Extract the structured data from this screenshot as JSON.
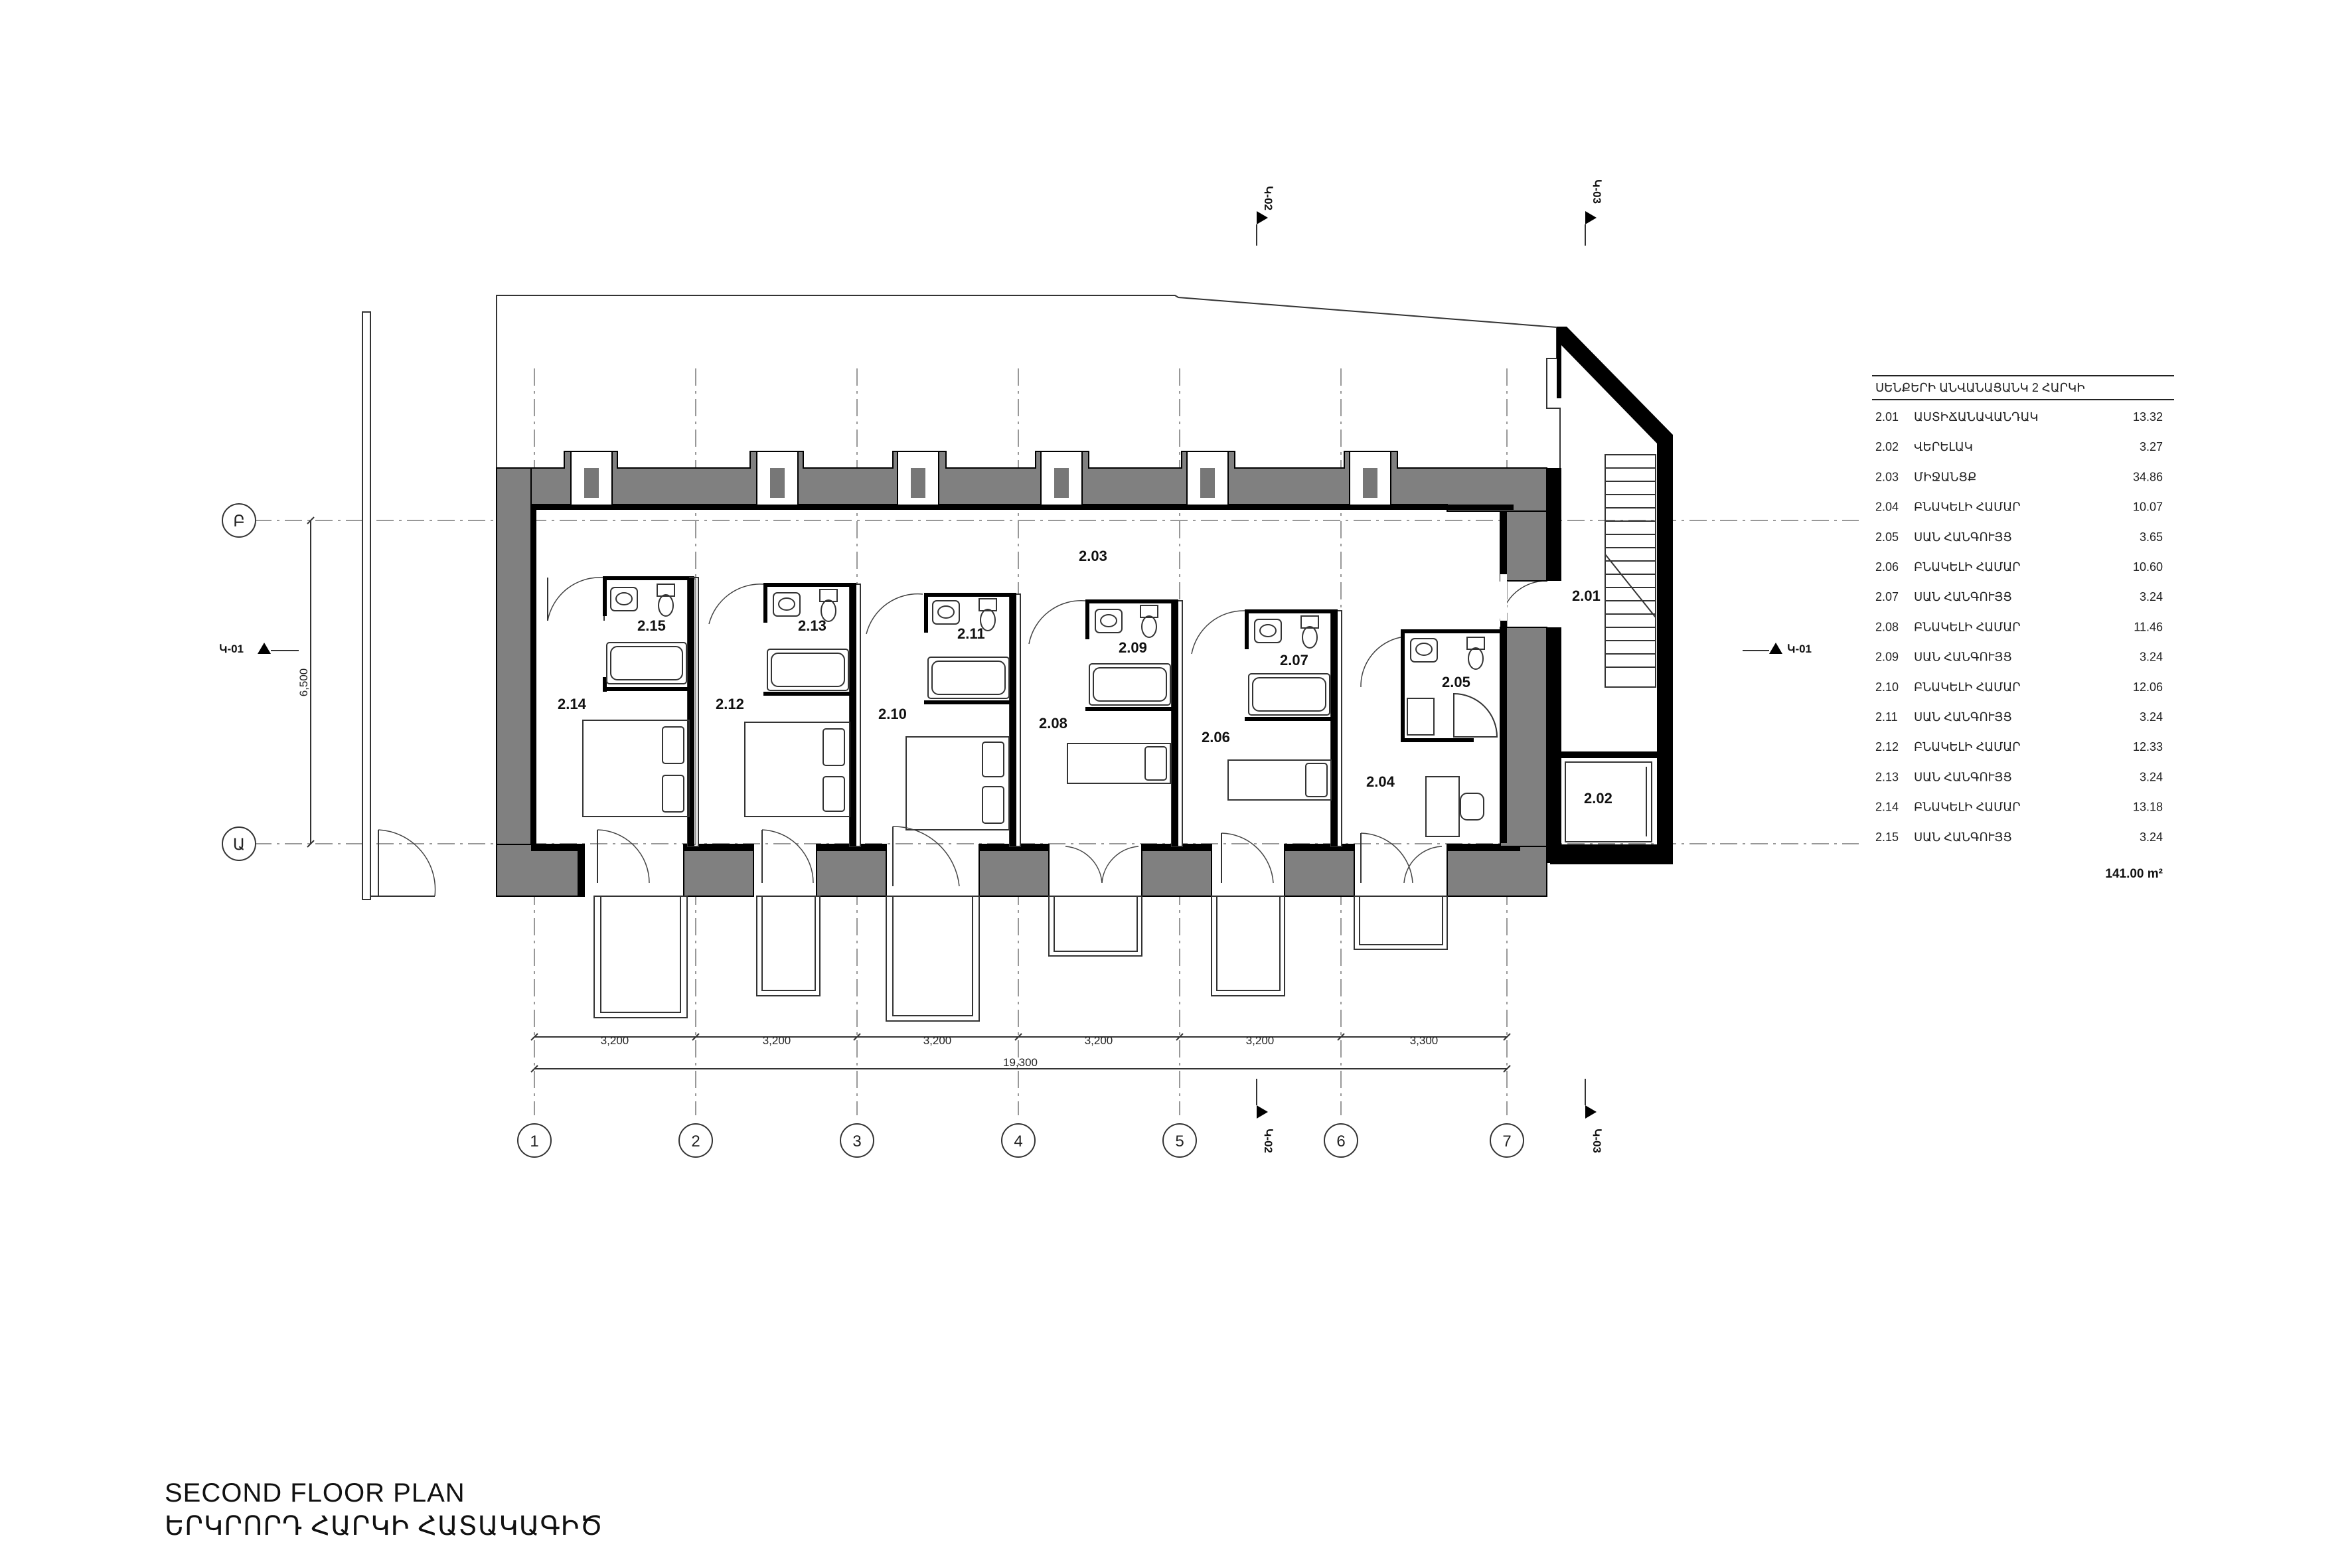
{
  "title": {
    "en": "SECOND FLOOR PLAN",
    "hy": "ԵՐԿՐՈՐԴ ՀԱՐԿԻ ՀԱՏԱԿԱԳԻԾ"
  },
  "axes": {
    "vertical": [
      "1",
      "2",
      "3",
      "4",
      "5",
      "6",
      "7"
    ],
    "horizontal": [
      "Բ",
      "Ա"
    ]
  },
  "dimensions": {
    "bays": [
      "3,200",
      "3,200",
      "3,200",
      "3,200",
      "3,200",
      "3,300"
    ],
    "total": "19,300",
    "depth": "6,500"
  },
  "sections": {
    "s01": "Կ-01",
    "s02": "Կ-02",
    "s03": "Կ-03"
  },
  "rooms": {
    "r201": "2.01",
    "r202": "2.02",
    "r203": "2.03",
    "r204": "2.04",
    "r205": "2.05",
    "r206": "2.06",
    "r207": "2.07",
    "r208": "2.08",
    "r209": "2.09",
    "r210": "2.10",
    "r211": "2.11",
    "r212": "2.12",
    "r213": "2.13",
    "r214": "2.14",
    "r215": "2.15"
  },
  "schedule": {
    "title": "ՍԵՆՔԵՐԻ ԱՆՎԱՆԱՑԱՆԿ 2 ՀԱՐԿԻ",
    "rows": [
      {
        "code": "2.01",
        "name": "ԱՍՏԻՃԱՆԱՎԱՆԴԱԿ",
        "area": "13.32"
      },
      {
        "code": "2.02",
        "name": "ՎԵՐԵԼԱԿ",
        "area": "3.27"
      },
      {
        "code": "2.03",
        "name": "ՄԻՋԱՆՑՔ",
        "area": "34.86"
      },
      {
        "code": "2.04",
        "name": "ԲՆԱԿԵԼԻ ՀԱՄԱՐ",
        "area": "10.07"
      },
      {
        "code": "2.05",
        "name": "ՍԱՆ ՀԱՆԳՈՒՅՑ",
        "area": "3.65"
      },
      {
        "code": "2.06",
        "name": "ԲՆԱԿԵԼԻ ՀԱՄԱՐ",
        "area": "10.60"
      },
      {
        "code": "2.07",
        "name": "ՍԱՆ ՀԱՆԳՈՒՅՑ",
        "area": "3.24"
      },
      {
        "code": "2.08",
        "name": "ԲՆԱԿԵԼԻ ՀԱՄԱՐ",
        "area": "11.46"
      },
      {
        "code": "2.09",
        "name": "ՍԱՆ ՀԱՆԳՈՒՅՑ",
        "area": "3.24"
      },
      {
        "code": "2.10",
        "name": "ԲՆԱԿԵԼԻ ՀԱՄԱՐ",
        "area": "12.06"
      },
      {
        "code": "2.11",
        "name": "ՍԱՆ ՀԱՆԳՈՒՅՑ",
        "area": "3.24"
      },
      {
        "code": "2.12",
        "name": "ԲՆԱԿԵԼԻ ՀԱՄԱՐ",
        "area": "12.33"
      },
      {
        "code": "2.13",
        "name": "ՍԱՆ ՀԱՆԳՈՒՅՑ",
        "area": "3.24"
      },
      {
        "code": "2.14",
        "name": "ԲՆԱԿԵԼԻ ՀԱՄԱՐ",
        "area": "13.18"
      },
      {
        "code": "2.15",
        "name": "ՍԱՆ ՀԱՆԳՈՒՅՑ",
        "area": "3.24"
      }
    ],
    "total": "141.00 m²"
  }
}
